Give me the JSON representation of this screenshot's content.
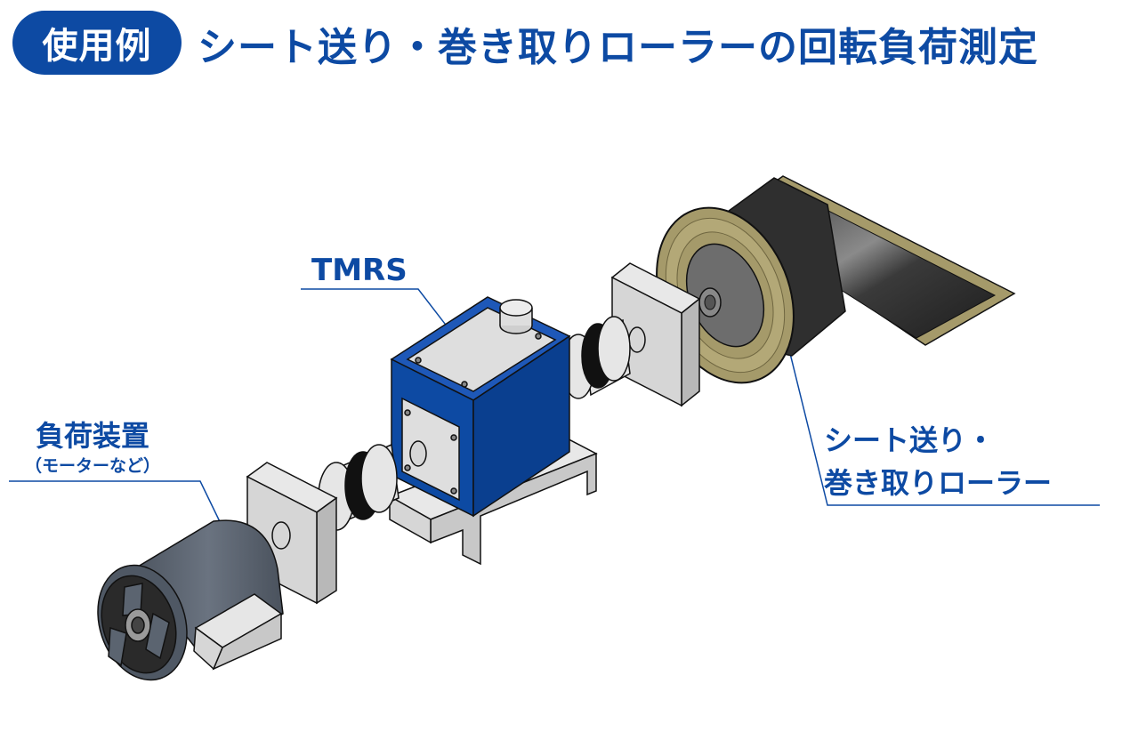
{
  "header": {
    "badge": "使用例",
    "title": "シート送り・巻き取りローラーの回転負荷測定"
  },
  "labels": {
    "tmrs": "TMRS",
    "load_device": "負荷装置",
    "load_device_sub": "（モーターなど）",
    "roller_line1": "シート送り・",
    "roller_line2": "巻き取りローラー"
  },
  "colors": {
    "accent": "#0d4aa3",
    "tmrs_body": "#0d4aa3",
    "motor": "#5b6470",
    "bracket": "#d8d8d8",
    "coupling_dark": "#111111",
    "sheet": "#a59a6a",
    "roll_dark": "#3a3a3a"
  }
}
